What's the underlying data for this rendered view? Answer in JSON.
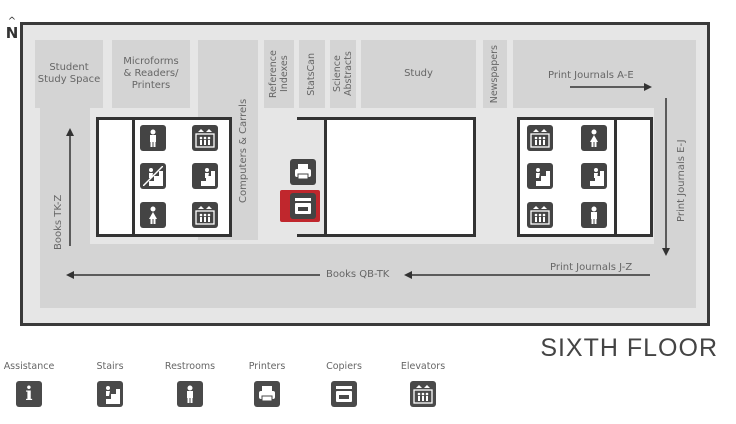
{
  "compass": "N",
  "floor_title": "SIXTH FLOOR",
  "rooms": {
    "student_study": "Student Study Space",
    "microforms": "Microforms & Readers/ Printers",
    "computers": "Computers & Carrels",
    "reference": "Reference Indexes",
    "statscan": "StatsCan",
    "science": "Science Abstracts",
    "study": "Study",
    "newspapers": "Newspapers"
  },
  "shelves": {
    "journals_ae": "Print Journals A-E",
    "journals_ej": "Print Journals E-J",
    "journals_jz": "Print Journals J-Z",
    "books_qb_tk": "Books QB-TK",
    "books_tk_z": "Books TK-Z"
  },
  "legend": [
    {
      "label": "Assistance",
      "icon": "info-icon"
    },
    {
      "label": "Stairs",
      "icon": "stairs-icon"
    },
    {
      "label": "Restrooms",
      "icon": "restroom-icon"
    },
    {
      "label": "Printers",
      "icon": "printer-icon"
    },
    {
      "label": "Copiers",
      "icon": "copier-icon"
    },
    {
      "label": "Elevators",
      "icon": "elevator-icon"
    }
  ],
  "colors": {
    "highlight": "#c0272d",
    "wall": "#333333",
    "room": "#d4d4d4",
    "floor": "#e6e6e6"
  }
}
